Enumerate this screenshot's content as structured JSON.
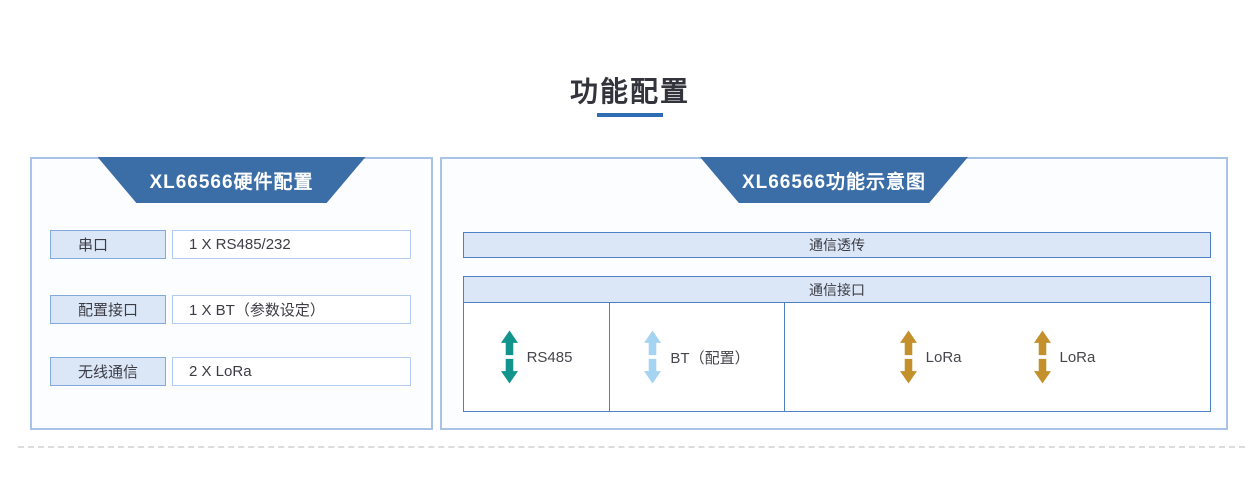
{
  "page": {
    "title": "功能配置"
  },
  "left_panel": {
    "header": "XL66566硬件配置",
    "rows": [
      {
        "label": "串口",
        "value": "1 X RS485/232"
      },
      {
        "label": "配置接口",
        "value": "1 X BT（参数设定）"
      },
      {
        "label": "无线通信",
        "value": "2 X LoRa"
      }
    ]
  },
  "right_panel": {
    "header": "XL66566功能示意图",
    "passthrough_bar": "通信透传",
    "interface_header": "通信接口",
    "interfaces": [
      {
        "label": "RS485",
        "icon": "double-arrow-vertical-icon",
        "color": "#12948c"
      },
      {
        "label": "BT（配置）",
        "icon": "double-arrow-vertical-icon",
        "color": "#a5d4f2"
      },
      {
        "label": "LoRa",
        "icon": "double-arrow-vertical-icon",
        "color": "#c4902c"
      },
      {
        "label": "LoRa",
        "icon": "double-arrow-vertical-icon",
        "color": "#c4902c"
      }
    ]
  },
  "colors": {
    "header_blue": "#3b6da7",
    "panel_border": "#a9c3e8",
    "light_blue_fill": "#dbe7f7",
    "strong_border": "#4d80c4",
    "title_underline": "#2e6cb4",
    "arrow_teal": "#12948c",
    "arrow_light_blue": "#a5d4f2",
    "arrow_gold": "#c4902c"
  }
}
